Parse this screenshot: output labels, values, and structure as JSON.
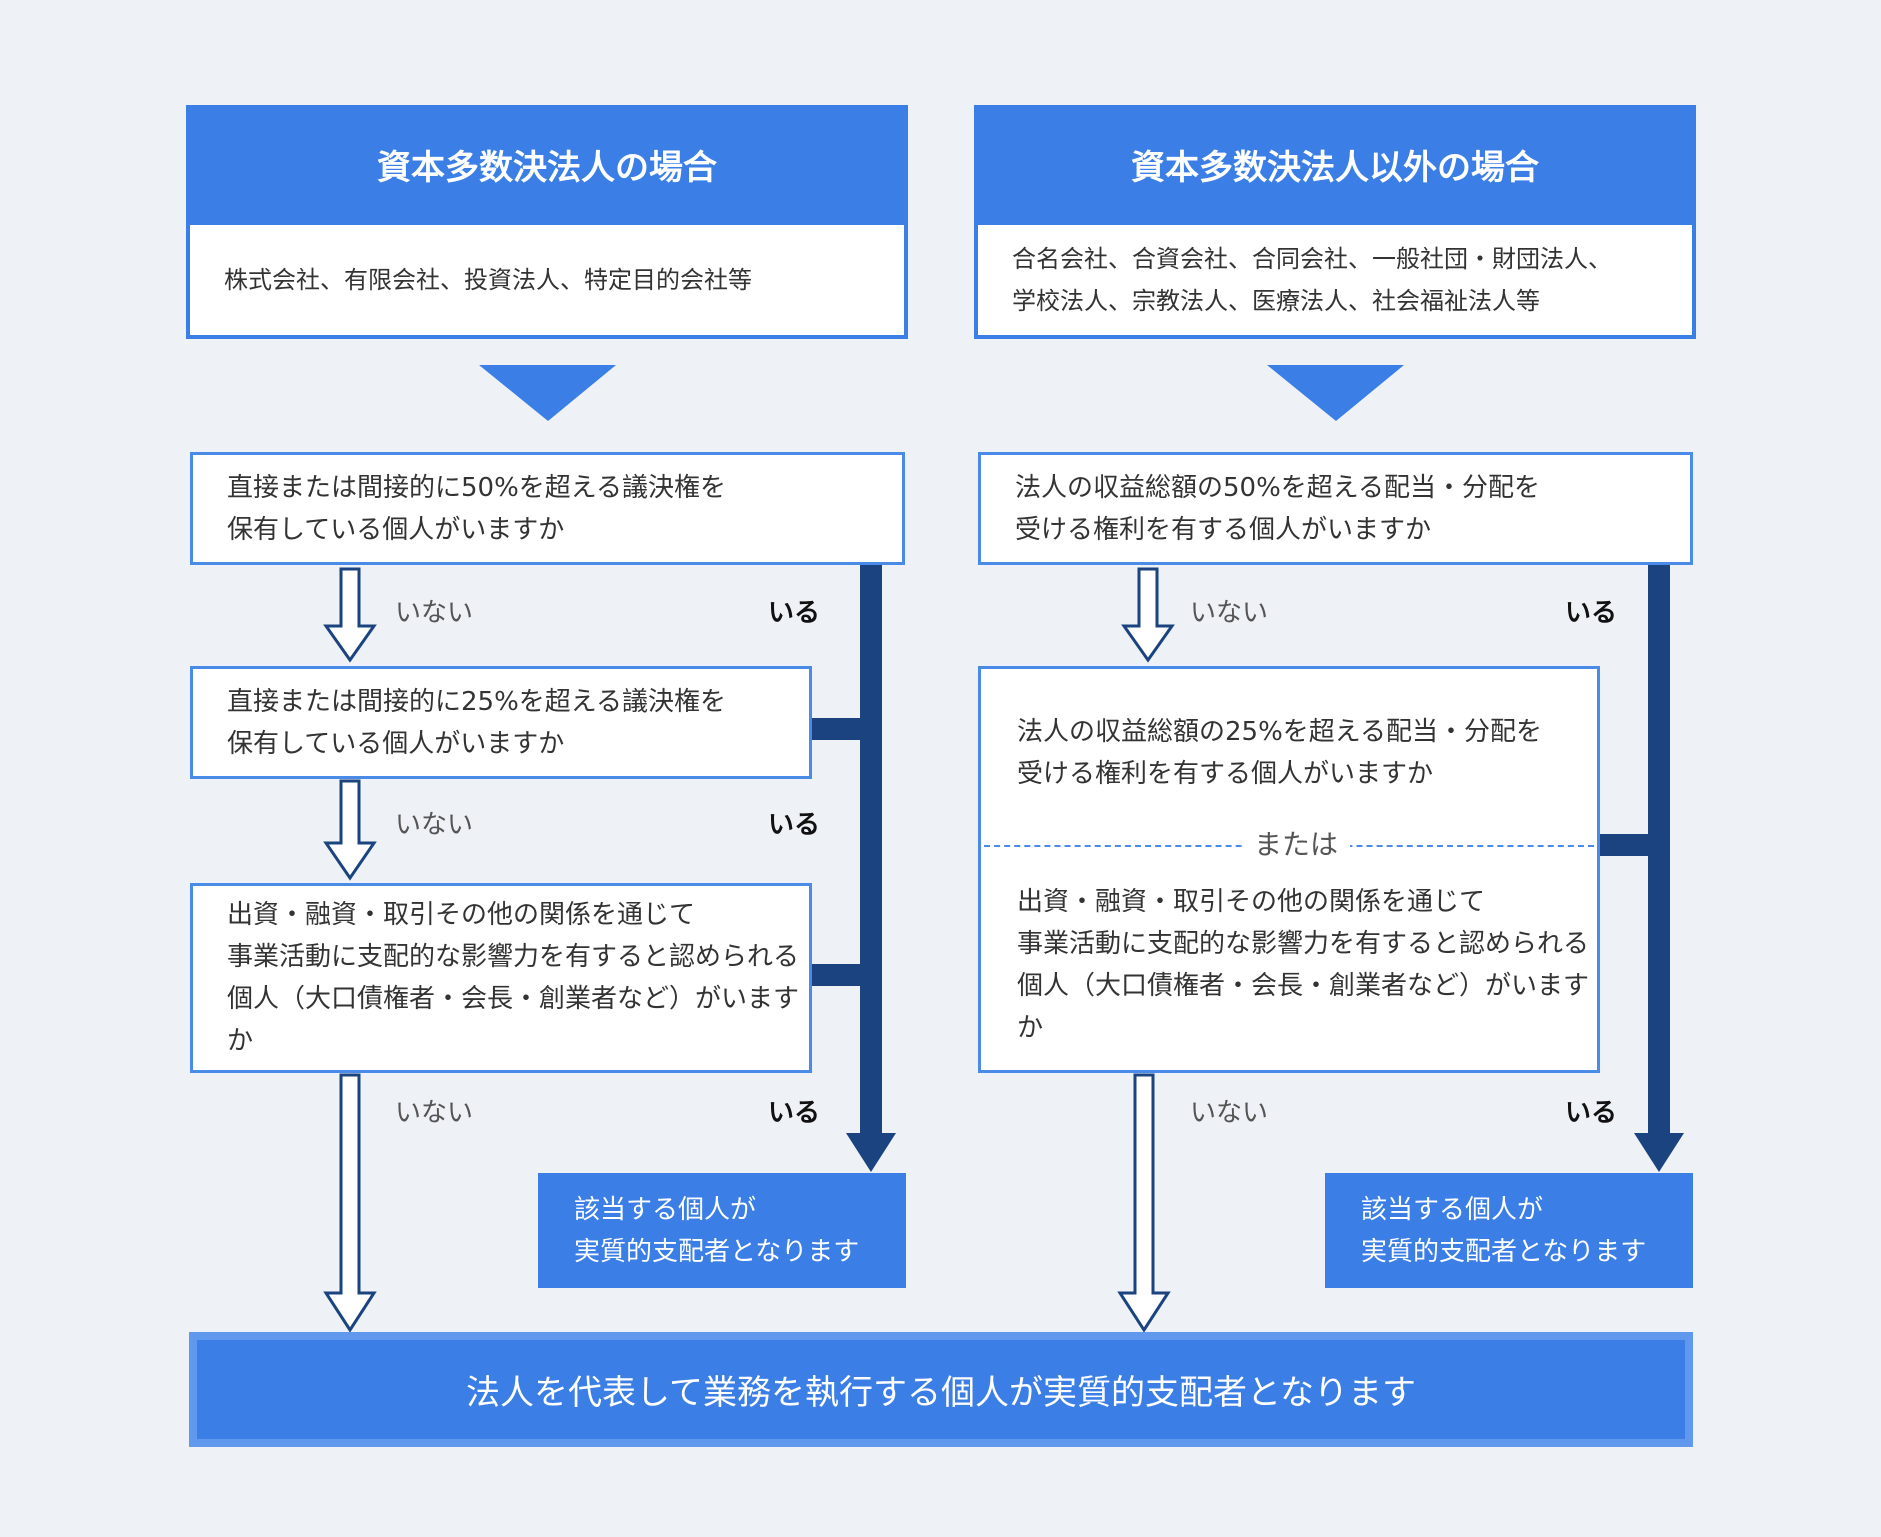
{
  "left": {
    "header": "資本多数決法人の場合",
    "examples": [
      "株式会社、有限会社、投資法人、特定目的会社等"
    ],
    "q1": [
      "直接または間接的に50%を超える議決権を",
      "保有している個人がいますか"
    ],
    "q2": [
      "直接または間接的に25%を超える議決権を",
      "保有している個人がいますか"
    ],
    "q3": [
      "出資・融資・取引その他の関係を通じて",
      "事業活動に支配的な影響力を有すると認められる",
      "個人（大口債権者・会長・創業者など）がいますか"
    ],
    "result": [
      "該当する個人が",
      "実質的支配者となります"
    ]
  },
  "right": {
    "header": "資本多数決法人以外の場合",
    "examples": [
      "合名会社、合資会社、合同会社、一般社団・財団法人、",
      "学校法人、宗教法人、医療法人、社会福祉法人等"
    ],
    "q1": [
      "法人の収益総額の50%を超える配当・分配を",
      "受ける権利を有する個人がいますか"
    ],
    "q2a": [
      "法人の収益総額の25%を超える配当・分配を",
      "受ける権利を有する個人がいますか"
    ],
    "or": "または",
    "q2b": [
      "出資・融資・取引その他の関係を通じて",
      "事業活動に支配的な影響力を有すると認められる",
      "個人（大口債権者・会長・創業者など）がいますか"
    ],
    "result": [
      "該当する個人が",
      "実質的支配者となります"
    ]
  },
  "labels": {
    "no": "いない",
    "yes": "いる"
  },
  "final": "法人を代表して業務を執行する個人が実質的支配者となります",
  "colors": {
    "primary": "#3a7ee6",
    "dark": "#1a4380",
    "background": "#eef1f6",
    "border": "#4a8be8"
  }
}
